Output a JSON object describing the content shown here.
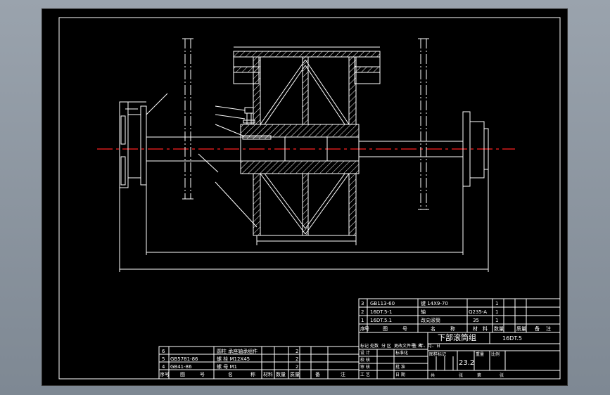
{
  "title_block": {
    "part_name": "下部滚筒组",
    "drawing_no": "16DT.5",
    "value_23_2": "23.2",
    "labels": [
      "设 计",
      "校 核",
      "审 核",
      "工 艺",
      "标准化",
      "批 准",
      "日 期",
      "图样标记",
      "重量",
      "比例",
      "共",
      "张",
      "第",
      "张",
      "标记",
      "处数",
      "分 区",
      "更改文件号",
      "签 名",
      "年、月、日"
    ]
  },
  "bom_upper": [
    {
      "seq": "3",
      "code": "GB113-60",
      "name": "键 14X9-70",
      "qty": "1",
      "material": "",
      "mass": ""
    },
    {
      "seq": "2",
      "code": "16DT.5-1",
      "name": "轴",
      "qty": "1",
      "material": "Q235-A",
      "mass": ""
    },
    {
      "seq": "1",
      "code": "16DT.5.1",
      "name": "改向滚筒",
      "qty": "1",
      "material": "35",
      "mass": ""
    }
  ],
  "bom_lower": [
    {
      "seq": "6",
      "code": "",
      "name": "圆柱 承座轴承组件",
      "qty": "2"
    },
    {
      "seq": "5",
      "code": "GB5781-86",
      "name": "螺 栓 M12X45",
      "qty": "2"
    },
    {
      "seq": "4",
      "code": "GB41-86",
      "name": "螺 母 M1",
      "qty": "2"
    }
  ],
  "header_upper": [
    "序",
    "号",
    "图",
    "号",
    "名",
    "称",
    "材",
    "料",
    "数量",
    "质量",
    "备",
    "注"
  ],
  "header_lower": [
    "序号",
    "图",
    "号",
    "名",
    "称",
    "材料",
    "数量",
    "质量",
    "备",
    "注"
  ]
}
